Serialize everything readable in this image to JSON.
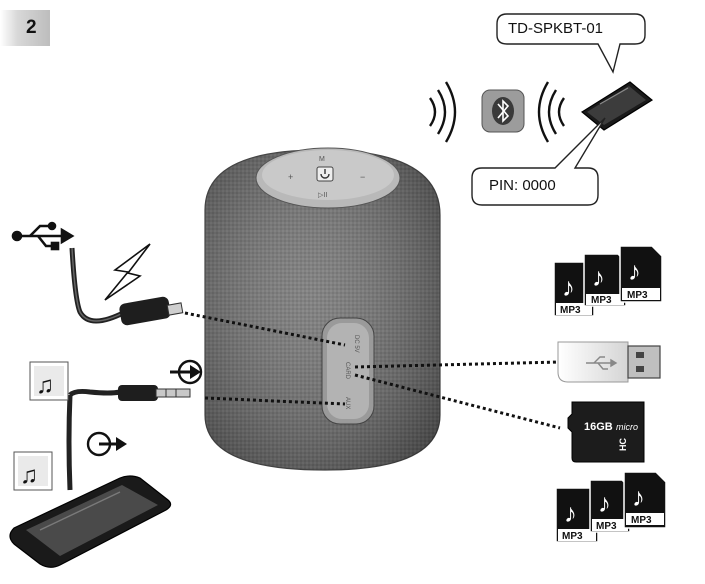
{
  "step": {
    "number": "2"
  },
  "device_name": "TD-SPKBT-01",
  "pin": "PIN: 0000",
  "speaker": {
    "top_plus": "+",
    "top_minus": "−",
    "top_mode": "M",
    "top_play": "▷II",
    "port_labels": [
      "DC 5V",
      "CARD",
      "AUX"
    ]
  },
  "sd_card": {
    "capacity": "16GB",
    "brand": "micro",
    "class": "HC"
  },
  "mp3_labels": {
    "top_stack": [
      "MP3",
      "MP3",
      "MP3"
    ],
    "bottom_stack": [
      "MP3",
      "MP3",
      "MP3"
    ]
  },
  "icons": {
    "usb": "usb-symbol-icon",
    "charge": "lightning-icon",
    "input": "input-arrow-icon",
    "output": "output-arrow-icon",
    "bluetooth": "bluetooth-icon",
    "music": "music-note-icon"
  }
}
